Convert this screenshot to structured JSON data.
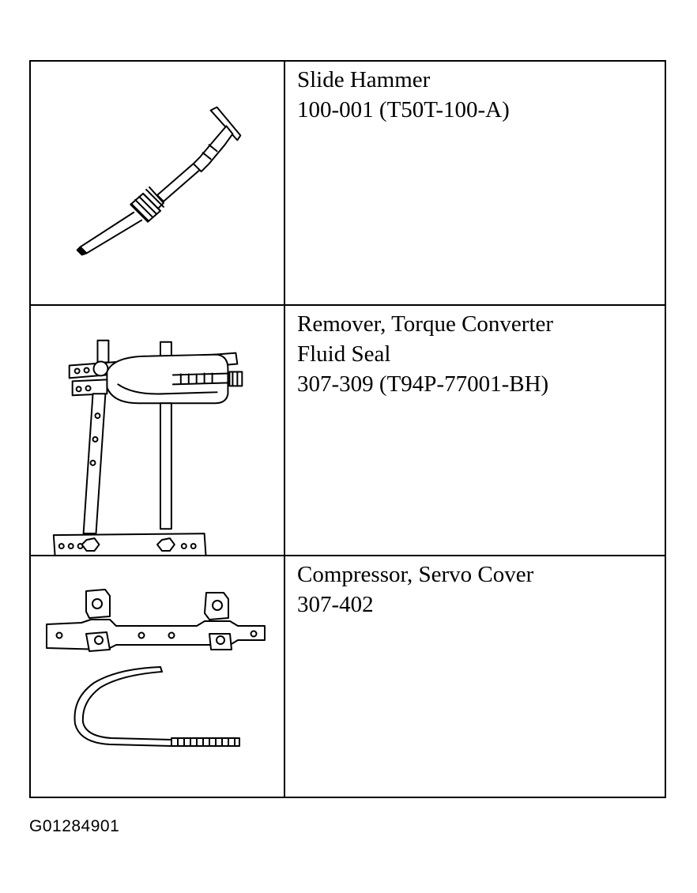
{
  "tools": [
    {
      "name": "Slide Hammer",
      "number": "100-001 (T50T-100-A)",
      "illustration": "slide-hammer-illustration"
    },
    {
      "name_line1": "Remover, Torque Converter",
      "name_line2": "Fluid Seal",
      "number": "307-309 (T94P-77001-BH)",
      "illustration": "seal-remover-illustration"
    },
    {
      "name": "Compressor, Servo Cover",
      "number": "307-402",
      "illustration": "servo-compressor-illustration"
    }
  ],
  "figure_code": "G01284901"
}
